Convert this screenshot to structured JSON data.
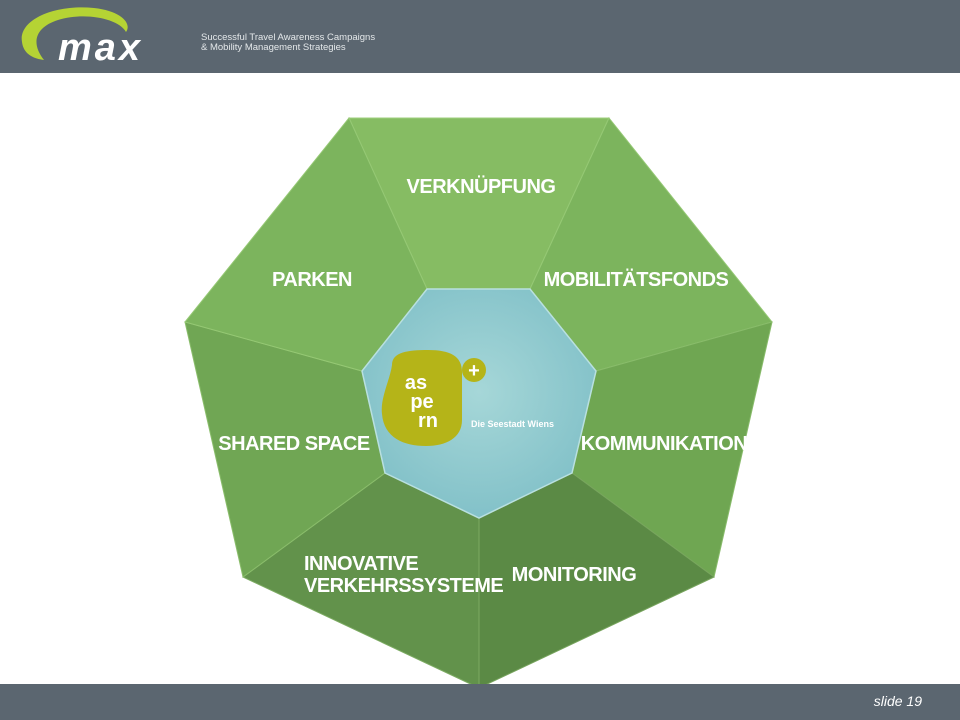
{
  "header": {
    "logo_text": "max",
    "tagline_line1": "Successful Travel Awareness Campaigns",
    "tagline_line2": "& Mobility Management Strategies"
  },
  "diagram": {
    "segments": [
      {
        "id": "verknuepfung",
        "label": "VERKNÜPFUNG",
        "color": "#86bc63"
      },
      {
        "id": "mobilitaetsfonds",
        "label": "MOBILITÄTSFONDS",
        "color": "#7cb45d"
      },
      {
        "id": "kommunikation",
        "label": "KOMMUNIKATION",
        "color": "#6fa652"
      },
      {
        "id": "monitoring",
        "label": "MONITORING",
        "color": "#5b8a45"
      },
      {
        "id": "innovative",
        "label_line1": "INNOVATIVE",
        "label_line2": "VERKEHRSSYSTEME",
        "color": "#62924b"
      },
      {
        "id": "shared-space",
        "label": "SHARED SPACE",
        "color": "#70a654"
      },
      {
        "id": "parken",
        "label": "PARKEN",
        "color": "#7cb45d"
      }
    ],
    "center": {
      "color": "#93ccd0",
      "logo_line1": "as",
      "logo_line2": "pe",
      "logo_line3": "rn",
      "logo_plus": "+",
      "claim": "Die Seestadt Wiens",
      "logo_color": "#b5b418"
    }
  },
  "footer": {
    "slide_label": "slide 19"
  }
}
